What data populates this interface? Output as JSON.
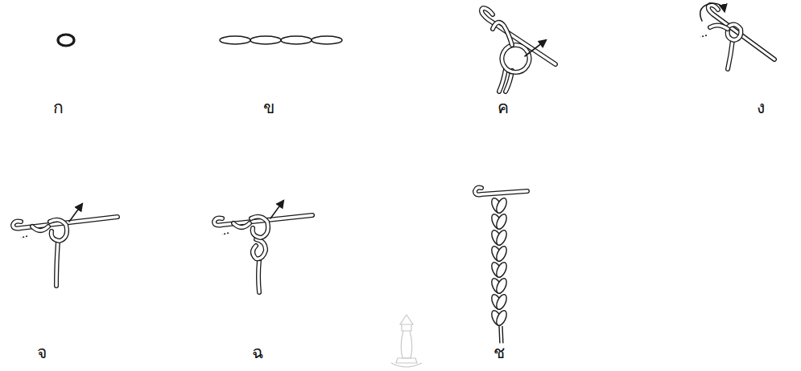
{
  "diagram": {
    "labels": [
      "ก",
      "ข",
      "ค",
      "ง",
      "จ",
      "ฉ",
      "ช"
    ]
  }
}
